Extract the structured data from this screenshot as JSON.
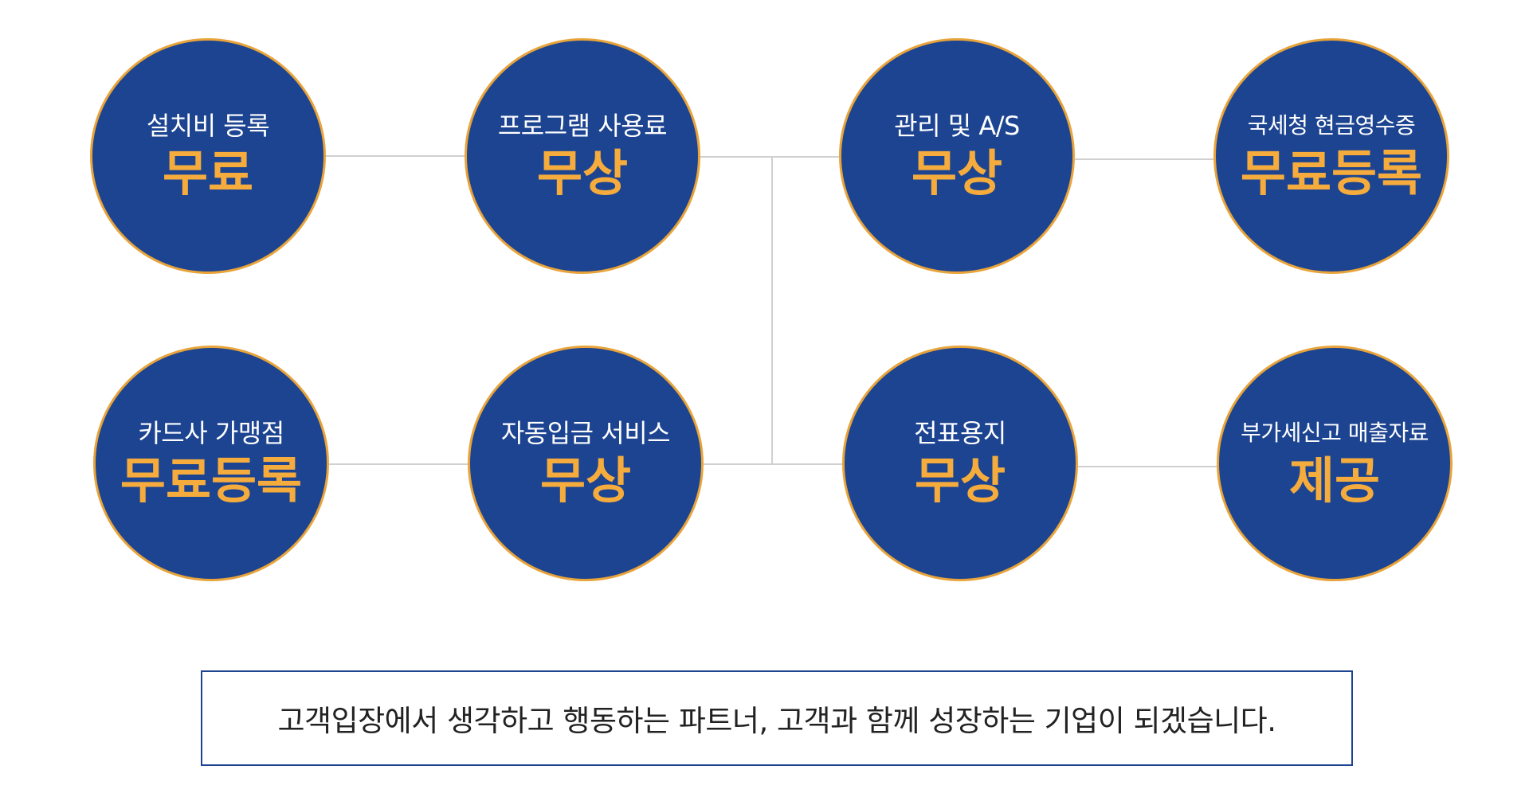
{
  "colors": {
    "circle_fill": "#1c4491",
    "circle_border": "#e8a43a",
    "value_text": "#f5ac3d",
    "label_text": "#ffffff",
    "connector": "#d0d0d0"
  },
  "services": [
    {
      "label": "설치비 등록",
      "value": "무료"
    },
    {
      "label": "프로그램 사용료",
      "value": "무상"
    },
    {
      "label": "관리 및 A/S",
      "value": "무상"
    },
    {
      "label": "국세청 현금영수증",
      "value": "무료등록"
    },
    {
      "label": "카드사 가맹점",
      "value": "무료등록"
    },
    {
      "label": "자동입금 서비스",
      "value": "무상"
    },
    {
      "label": "전표용지",
      "value": "무상"
    },
    {
      "label": "부가세신고 매출자료",
      "value": "제공"
    }
  ],
  "slogan": "고객입장에서 생각하고 행동하는 파트너, 고객과 함께 성장하는 기업이 되겠습니다."
}
